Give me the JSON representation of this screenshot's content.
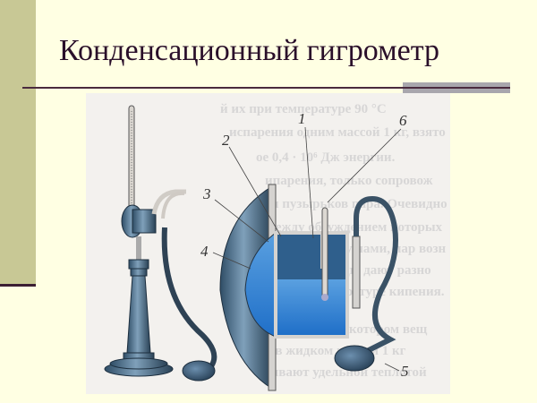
{
  "slide": {
    "title": "Конденсационный гигрометр",
    "colors": {
      "background": "#ffffe3",
      "sidebar": "#c8c895",
      "rule": "#4a2a3e",
      "accent_bar": "#a8a6ad",
      "title_text": "#2a0f2a"
    }
  },
  "figure": {
    "description": "Condensation hygrometer illustration: thermometer on stand with rubber bulb and polished chamber",
    "labels": [
      {
        "id": "1",
        "text": "1"
      },
      {
        "id": "2",
        "text": "2"
      },
      {
        "id": "3",
        "text": "3"
      },
      {
        "id": "4",
        "text": "4"
      },
      {
        "id": "5",
        "text": "5"
      },
      {
        "id": "6",
        "text": "6"
      }
    ]
  }
}
